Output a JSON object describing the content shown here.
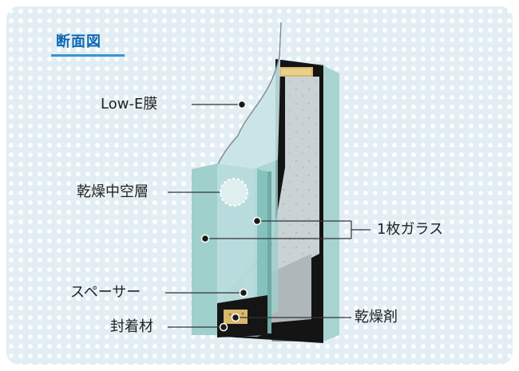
{
  "title": "断面図",
  "labels": {
    "low_e": "Low-E膜",
    "dry_air_layer": "乾燥中空層",
    "glass": "1枚ガラス",
    "spacer": "スペーサー",
    "desiccant": "乾燥剤",
    "sealant": "封着材"
  },
  "colors": {
    "title": "#0e68b1",
    "background": "#e2eef3",
    "glass_edge": "#8fc9c7",
    "frame": "#1a1a1a",
    "desiccant": "#d8b86a"
  }
}
